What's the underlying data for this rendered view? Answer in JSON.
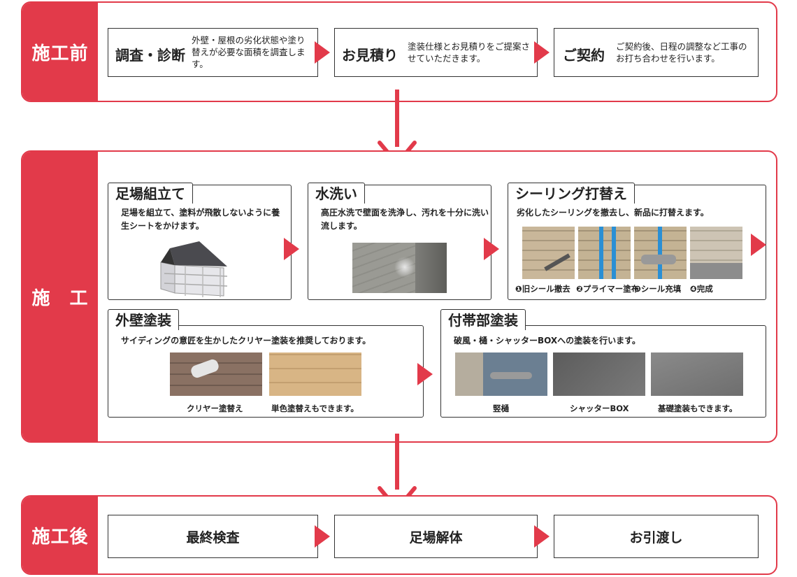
{
  "phases": {
    "before": {
      "label": "施工前",
      "steps": [
        {
          "title": "調査・診断",
          "desc": "外壁・屋根の劣化状態や塗り替えが必要な面積を調査します。"
        },
        {
          "title": "お見積り",
          "desc": "塗装仕様とお見積りをご提案させていただきます。"
        },
        {
          "title": "ご契約",
          "desc": "ご契約後、日程の調整など工事のお打ち合わせを行います。"
        }
      ]
    },
    "during": {
      "label": "施　工",
      "scaffold": {
        "title": "足場組立て",
        "desc": "足場を組立て、塗料が飛散しないように養生シートをかけます。"
      },
      "wash": {
        "title": "水洗い",
        "desc": "高圧水洗で壁面を洗浄し、汚れを十分に洗い流します。"
      },
      "sealing": {
        "title": "シーリング打替え",
        "desc": "劣化したシーリングを撤去し、新品に打替えます。",
        "captions": [
          "❶旧シール撤去",
          "❷プライマー塗布",
          "❸シール充填",
          "❹完成"
        ]
      },
      "wall": {
        "title": "外壁塗装",
        "desc": "サイディングの意匠を生かしたクリヤー塗装を推奨しております。",
        "captions": [
          "クリヤー塗替え",
          "単色塗替えもできます。"
        ]
      },
      "accessory": {
        "title": "付帯部塗装",
        "desc": "破風・樋・シャッターBOXへの塗装を行います。",
        "captions": [
          "竪樋",
          "シャッターBOX",
          "基礎塗装もできます。"
        ]
      }
    },
    "after": {
      "label": "施工後",
      "steps": [
        "最終検査",
        "足場解体",
        "お引渡し"
      ]
    }
  },
  "colors": {
    "accent": "#e23a4a",
    "border": "#333333"
  }
}
